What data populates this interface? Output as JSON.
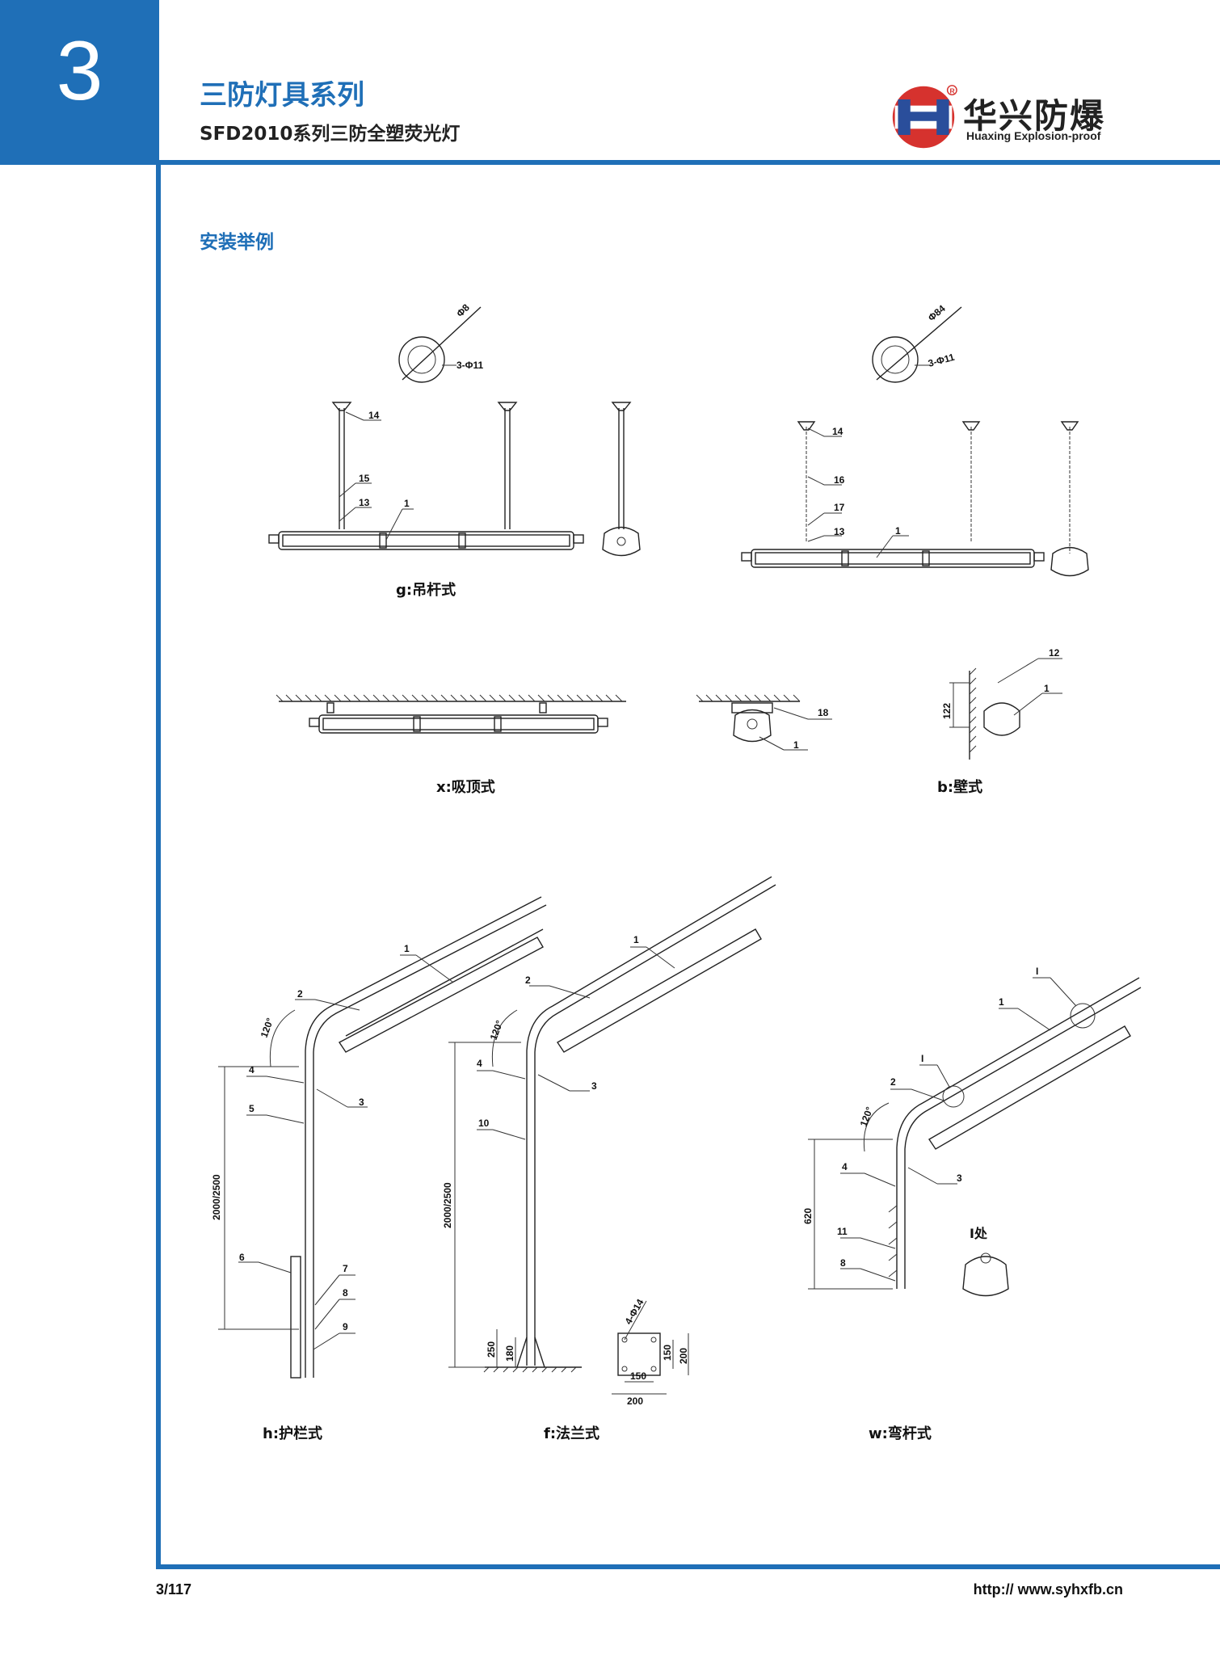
{
  "header": {
    "chapter_number": "3",
    "series_title": "三防灯具系列",
    "sub_title": "SFD2010系列三防全塑荧光灯",
    "logo_cn": "华兴防爆",
    "logo_en": "Huaxing Explosion-proof",
    "logo_mark": "R"
  },
  "section": {
    "label": "安装举例"
  },
  "figures": {
    "g": {
      "caption": "g:吊杆式",
      "labels": [
        "1",
        "13",
        "14",
        "15",
        "16",
        "17"
      ],
      "dims": {
        "flange_dia_left": "Φ8",
        "flange_dia_right": "Φ84",
        "holes": "3-Φ11"
      }
    },
    "x": {
      "caption": "x:吸顶式",
      "labels": [
        "18",
        "1"
      ]
    },
    "b": {
      "caption": "b:壁式",
      "labels": [
        "12",
        "1"
      ],
      "dims": {
        "height": "122"
      }
    },
    "h": {
      "caption": "h:护栏式",
      "labels": [
        "1",
        "2",
        "3",
        "4",
        "5",
        "6",
        "7",
        "8",
        "9"
      ],
      "dims": {
        "height": "2000/2500",
        "angle": "120°"
      }
    },
    "f": {
      "caption": "f:法兰式",
      "labels": [
        "1",
        "2",
        "3",
        "4",
        "10"
      ],
      "dims": {
        "height": "2000/2500",
        "angle": "120°",
        "base_h": "250",
        "base_h2": "180",
        "holes": "4-Φ14",
        "w1": "150",
        "w2": "200"
      }
    },
    "w": {
      "caption": "w:弯杆式",
      "labels": [
        "1",
        "2",
        "3",
        "4",
        "8",
        "11",
        "I",
        "I"
      ],
      "dims": {
        "height": "620",
        "angle": "120°"
      },
      "detail_label": "I处"
    }
  },
  "footer": {
    "page": "3/117",
    "url": "http:// www.syhxfb.cn"
  },
  "colors": {
    "accent": "#1f6fb7",
    "logo_red": "#d6322e"
  }
}
